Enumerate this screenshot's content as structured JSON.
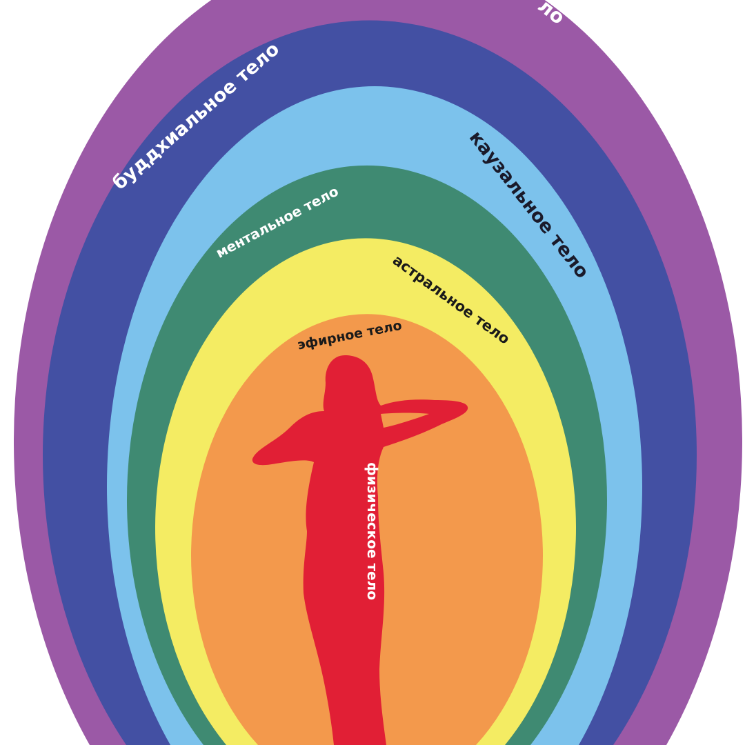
{
  "colors": {
    "atmic": "#9b59a6",
    "buddhic": "#4350a3",
    "causal": "#7cc2ec",
    "mental": "#3f8a72",
    "astral": "#f4ec63",
    "etheric": "#f3994c",
    "physical": "#e11f35",
    "background": "#ffffff"
  },
  "labels": {
    "atmic": "ло",
    "buddhic": "буддхиальное тело",
    "causal": "каузальное тело",
    "mental": "ментальное тело",
    "astral": "астральное тело",
    "etheric": "эфирное тело",
    "physical": "физическое тело"
  }
}
